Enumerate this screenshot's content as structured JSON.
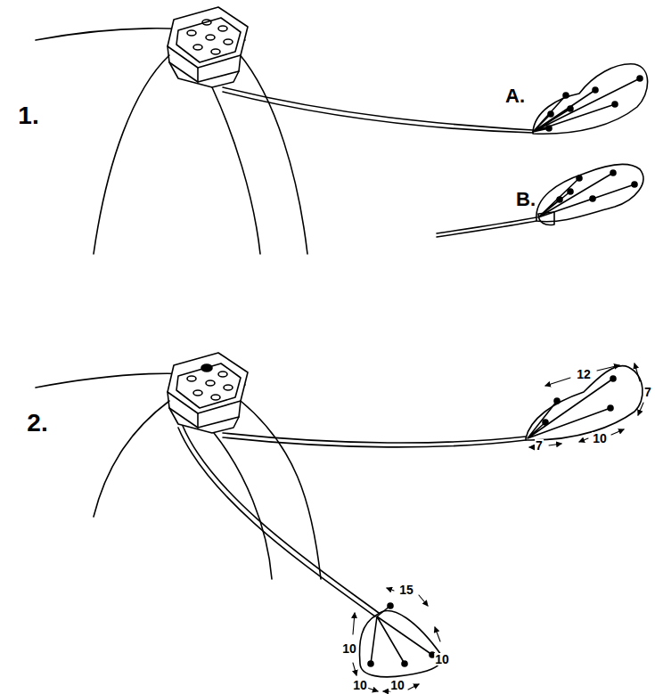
{
  "diagram": {
    "labels": [
      "1.",
      "A.",
      "B.",
      "2.",
      "12",
      "7",
      "10",
      "7",
      "15",
      "10",
      "10",
      "10",
      "10"
    ]
  }
}
